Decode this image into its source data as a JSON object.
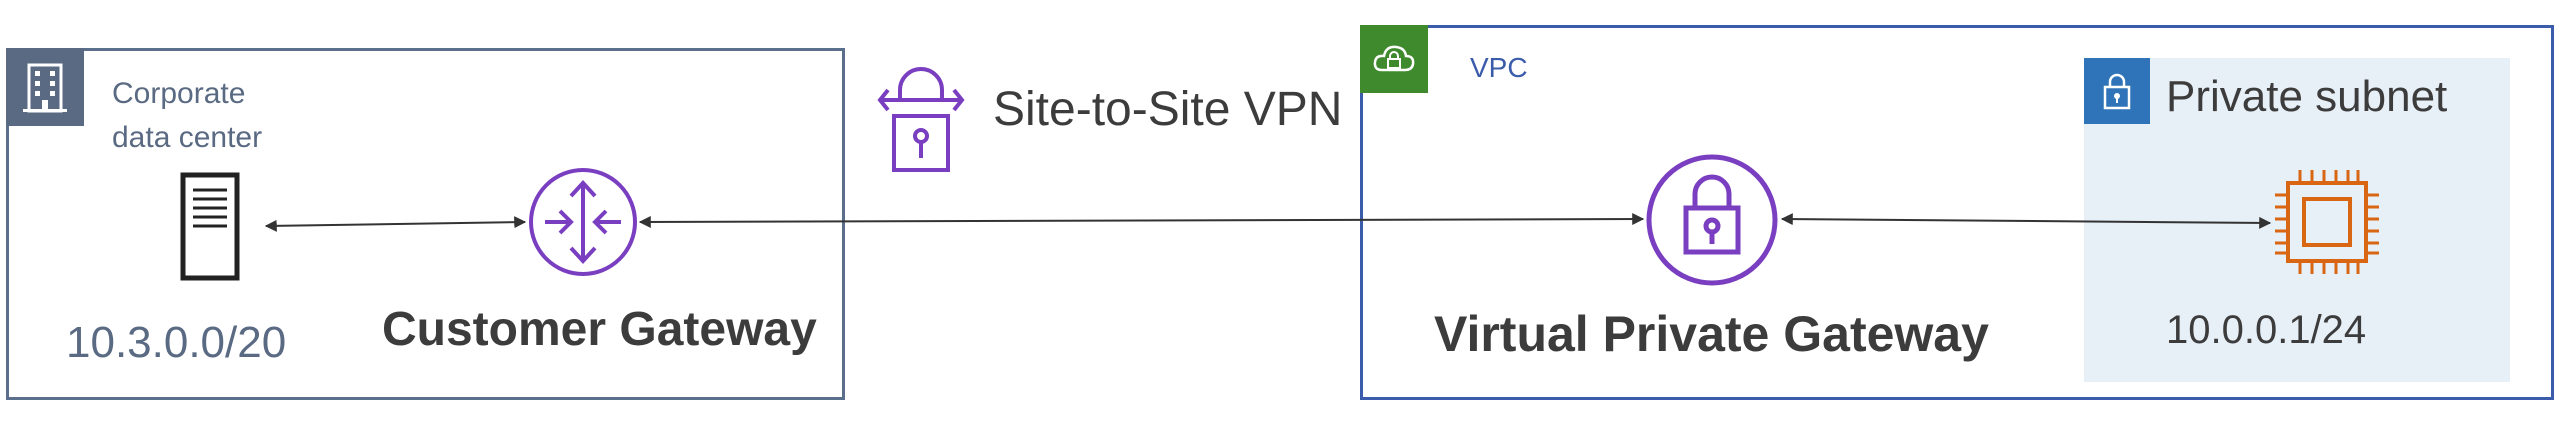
{
  "corporate": {
    "label_line1": "Corporate",
    "label_line2": "data center",
    "ip": "10.3.0.0/20",
    "gateway": "Customer Gateway"
  },
  "vpn": {
    "label": "Site-to-Site VPN"
  },
  "vpc": {
    "label": "VPC",
    "gateway": "Virtual Private Gateway"
  },
  "subnet": {
    "label": "Private subnet",
    "ip": "10.0.0.1/24"
  },
  "icons": {
    "corporate": "building-icon",
    "server": "server-icon",
    "customer_gateway": "router-icon",
    "vpn": "vpn-lock-icon",
    "vpc": "cloud-lock-icon",
    "virtual_private_gateway": "lock-icon",
    "subnet": "lock-icon",
    "instance": "chip-icon"
  },
  "colors": {
    "corporate": "#5a6a83",
    "vpc_border": "#3b5bab",
    "vpc_badge": "#3f8a2d",
    "subnet_badge": "#2f74b9",
    "subnet_fill": "#e7eff7",
    "gateway_purple": "#7a3fc1",
    "instance_orange": "#d86613"
  }
}
